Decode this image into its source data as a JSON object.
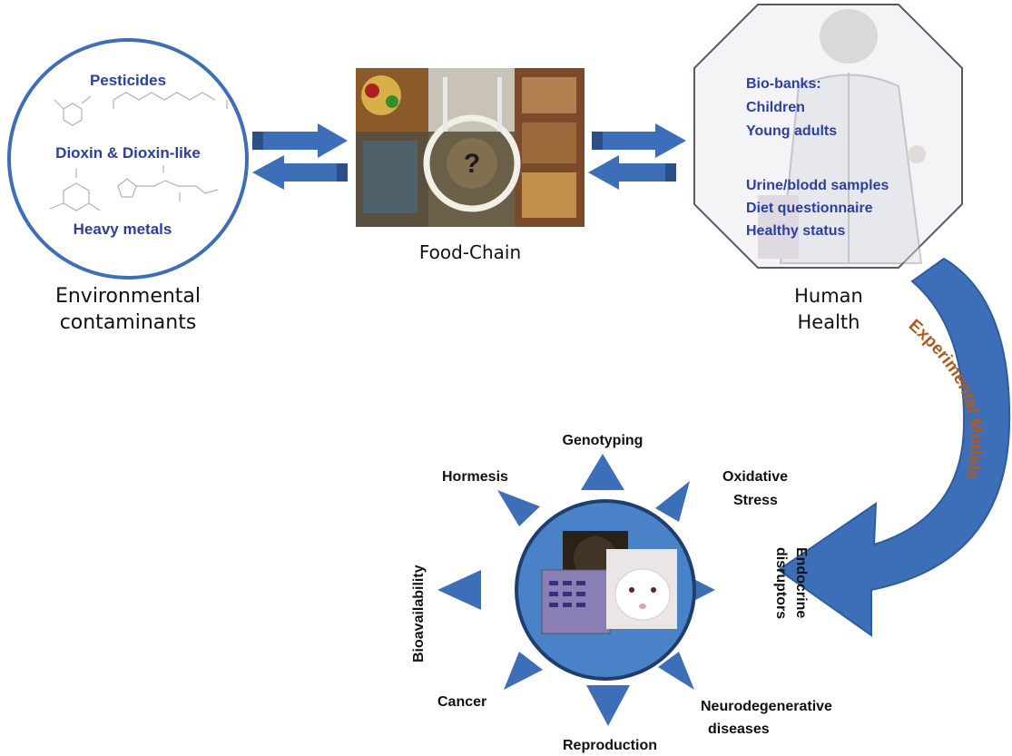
{
  "contaminants": {
    "pesticides": "Pesticides",
    "dioxin": "Dioxin & Dioxin-like",
    "heavy_metals": "Heavy metals",
    "caption_line1": "Environmental",
    "caption_line2": "contaminants"
  },
  "food_chain": {
    "caption": "Food-Chain"
  },
  "human_health": {
    "lines": [
      "Bio-banks:",
      "Children",
      "Young adults",
      "Urine/blodd samples",
      "Diet questionnaire",
      "Healthy status"
    ],
    "caption_line1": "Human",
    "caption_line2": "Health"
  },
  "experimental_models": {
    "label": "Experimental Models"
  },
  "endpoints": {
    "genotyping": "Genotyping",
    "oxidative_line1": "Oxidative",
    "oxidative_line2": "Stress",
    "endocrine_line1": "Endocrine",
    "endocrine_line2": "disruptors",
    "neuro_line1": "Neurodegenerative",
    "neuro_line2": "diseases",
    "reproduction": "Reproduction",
    "cancer": "Cancer",
    "bioavailability": "Bioavailability",
    "hormesis": "Hormesis"
  },
  "colors": {
    "arrow_blue": "#3d6fb8",
    "text_blue": "#2b3fa3",
    "model_orange": "#b05a1c",
    "hub_blue": "#4a82c8"
  }
}
